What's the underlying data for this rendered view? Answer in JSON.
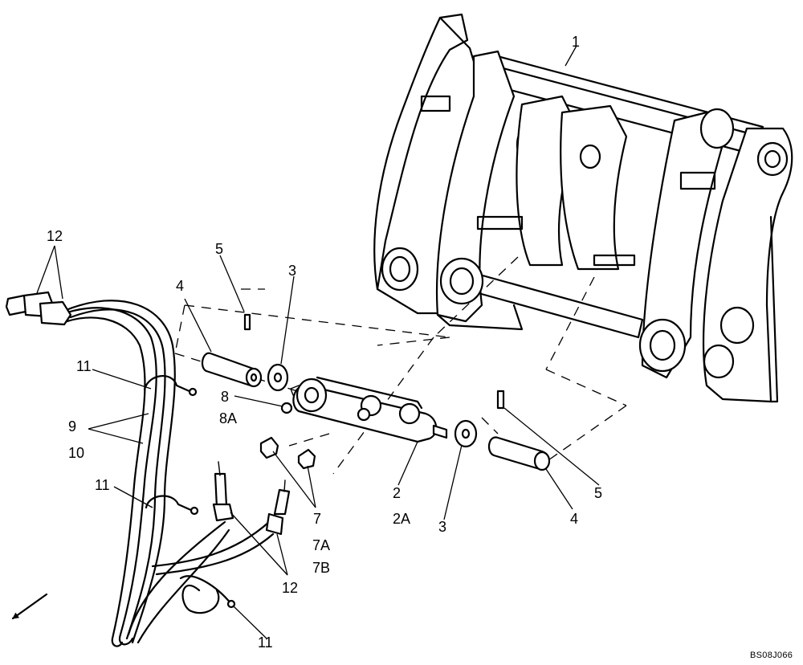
{
  "diagram_code": "BS08J066",
  "callouts": {
    "c1": "1",
    "c2": "2",
    "c2a": "2A",
    "c3_top": "3",
    "c3_bottom": "3",
    "c4_left": "4",
    "c4_right": "4",
    "c5_top": "5",
    "c5_right": "5",
    "c7": "7",
    "c7a": "7A",
    "c7b": "7B",
    "c8": "8",
    "c8a": "8A",
    "c9": "9",
    "c10": "10",
    "c11_top": "11",
    "c11_mid": "11",
    "c11_bottom": "11",
    "c12_top": "12",
    "c12_bottom": "12"
  }
}
